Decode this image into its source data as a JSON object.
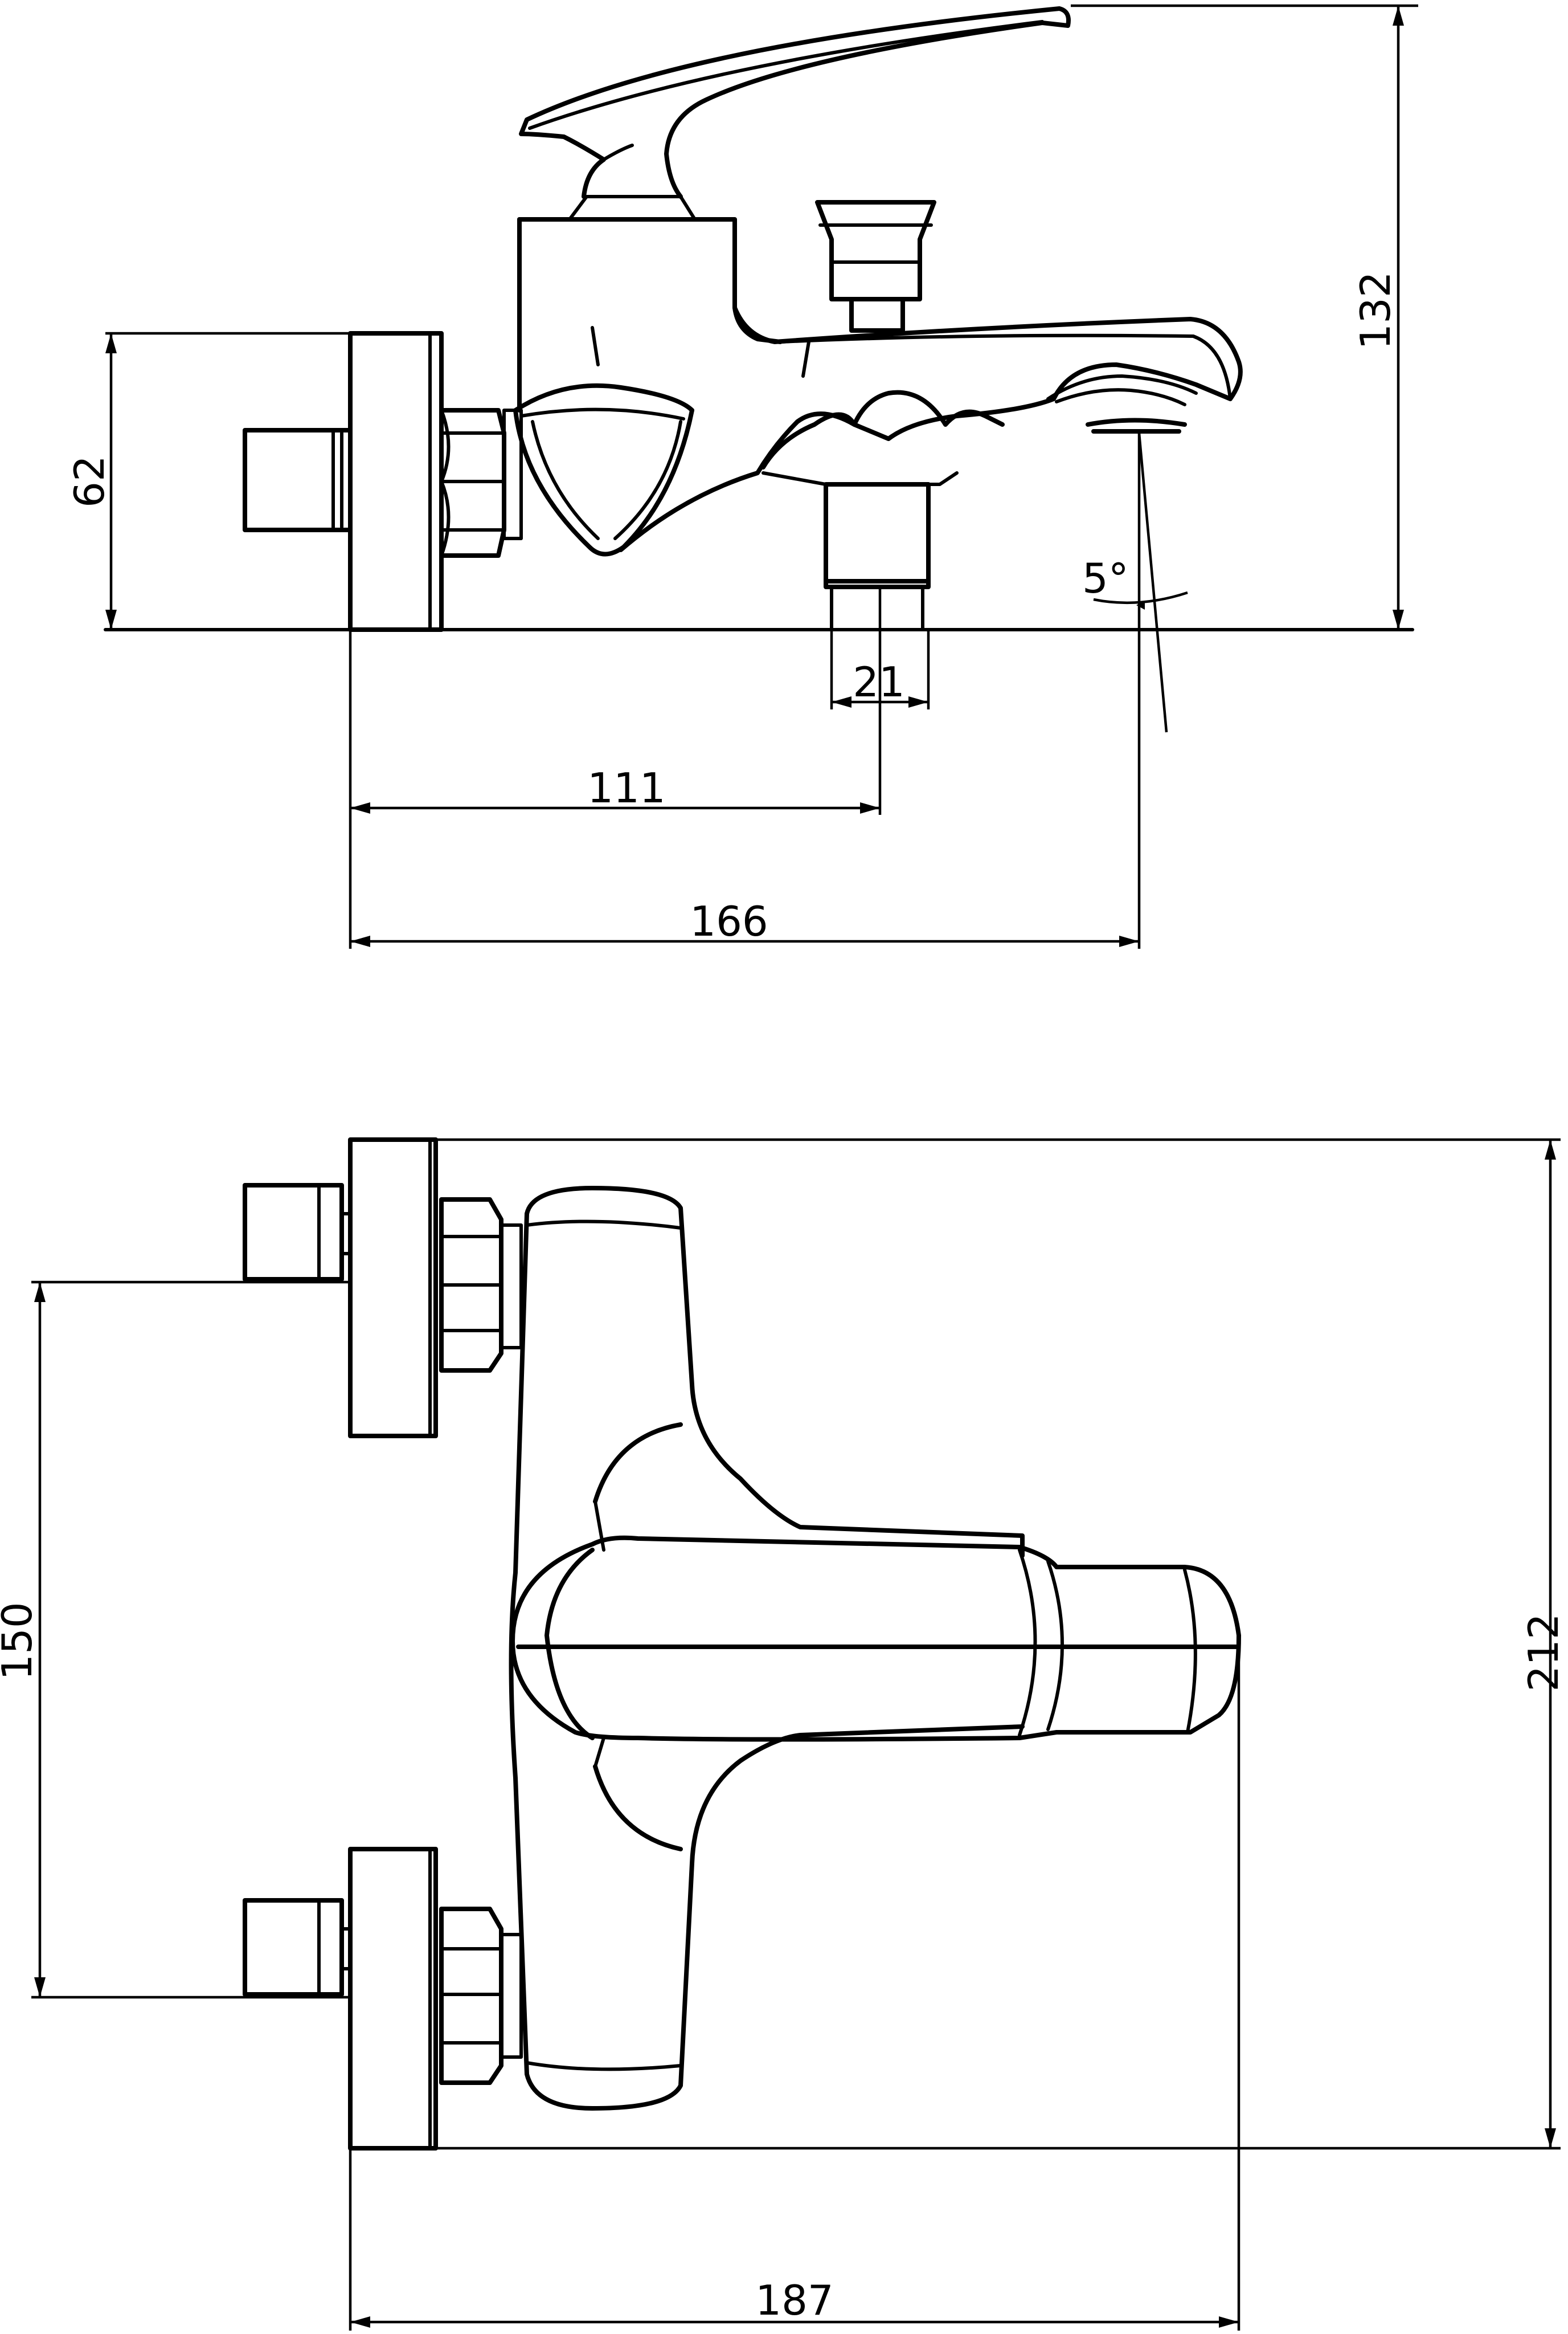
{
  "side_view": {
    "height_dim": "132",
    "depth_dim": "62",
    "pipe_dim": "21",
    "pipe_center_dim": "111",
    "spout_reach_dim": "166",
    "spout_angle": "5°"
  },
  "top_view": {
    "inlet_spacing_dim": "150",
    "width_dim": "212",
    "projection_dim": "187"
  }
}
